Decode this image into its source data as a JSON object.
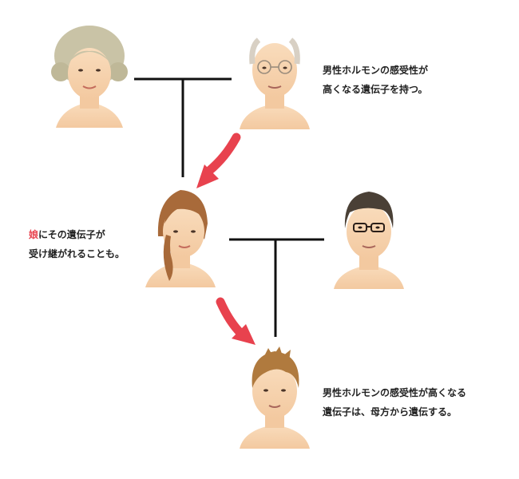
{
  "notes": {
    "grandfather": {
      "line1": "男性ホルモンの感受性が",
      "line2": "高くなる遺伝子を持つ。"
    },
    "mother": {
      "highlight": "娘",
      "line1_rest": "にその遺伝子が",
      "line2": "受け継がれることも。"
    },
    "son": {
      "line1": "男性ホルモンの感受性が高くなる",
      "line2": "遺伝子は、母方から遺伝する。"
    }
  },
  "people": [
    {
      "id": "grandmother",
      "icon": "grandmother-icon"
    },
    {
      "id": "grandfather",
      "icon": "grandfather-icon"
    },
    {
      "id": "mother",
      "icon": "mother-icon"
    },
    {
      "id": "father",
      "icon": "father-icon"
    },
    {
      "id": "son",
      "icon": "son-icon"
    }
  ],
  "colors": {
    "skin": "#f7d7b4",
    "line": "#111111",
    "arrow": "#e8424e",
    "highlight": "#e8424e"
  }
}
